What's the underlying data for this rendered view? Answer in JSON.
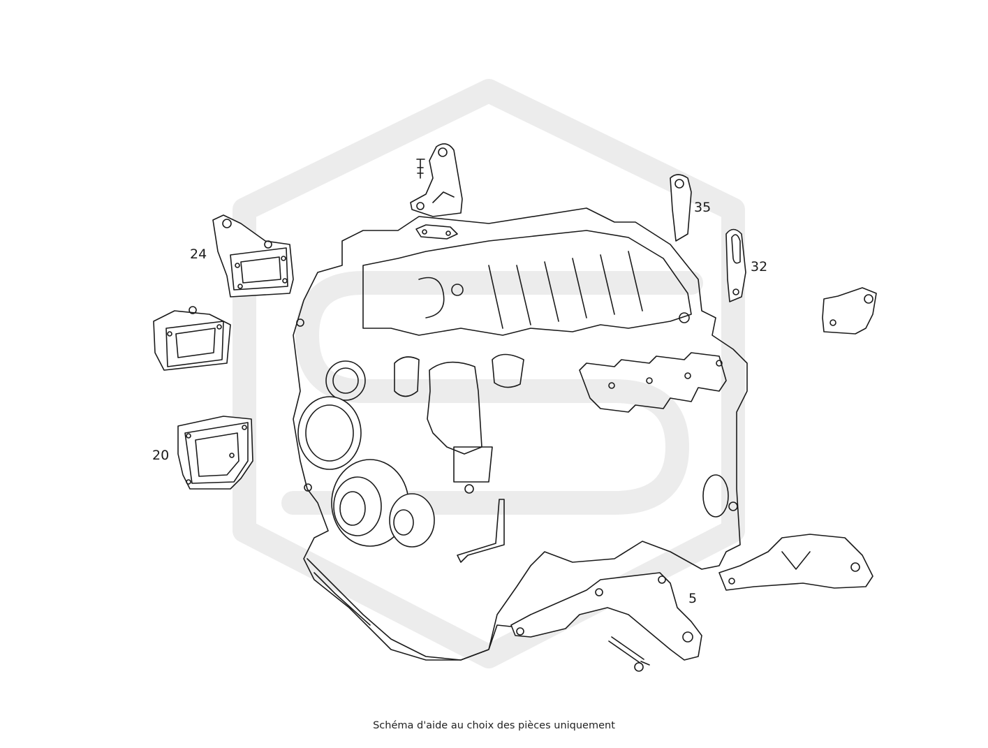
{
  "caption": "Schéma d'aide au choix des pièces uniquement",
  "callouts": [
    {
      "id": "24",
      "label": "24"
    },
    {
      "id": "20",
      "label": "20"
    },
    {
      "id": "35",
      "label": "35"
    },
    {
      "id": "32",
      "label": "32"
    },
    {
      "id": "5",
      "label": "5"
    }
  ],
  "colors": {
    "line": "#1a1a1a",
    "watermark": "#ececec",
    "background": "#ffffff"
  },
  "icons": {
    "watermark": "hexagon-s-logo"
  }
}
